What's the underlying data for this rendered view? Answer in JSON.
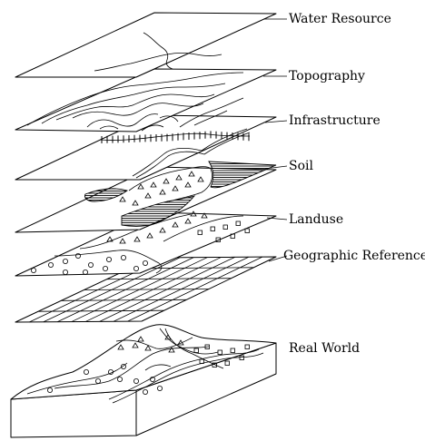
{
  "layers": [
    {
      "id": "water-resource",
      "label": "Water Resource"
    },
    {
      "id": "topography",
      "label": "Topography"
    },
    {
      "id": "infrastructure",
      "label": "Infrastructure"
    },
    {
      "id": "soil",
      "label": "Soil"
    },
    {
      "id": "landuse",
      "label": "Landuse"
    },
    {
      "id": "geographic-reference",
      "label": "Geographic Reference"
    },
    {
      "id": "real-world",
      "label": "Real World"
    }
  ]
}
